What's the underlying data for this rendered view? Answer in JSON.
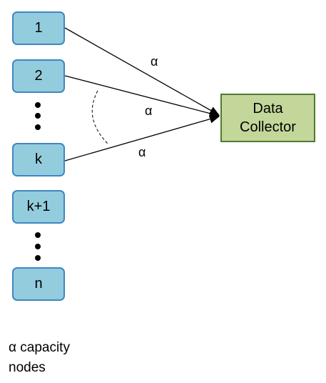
{
  "nodes": [
    "1",
    "2",
    "k",
    "k+1",
    "n"
  ],
  "collector": {
    "line1": "Data",
    "line2": "Collector"
  },
  "edge_label": "α",
  "caption": {
    "line1": "α capacity",
    "line2": "nodes"
  },
  "colors": {
    "node_fill": "#93cddd",
    "node_border": "#3f86c2",
    "collector_fill": "#c4d79b",
    "collector_border": "#4f7a30"
  }
}
